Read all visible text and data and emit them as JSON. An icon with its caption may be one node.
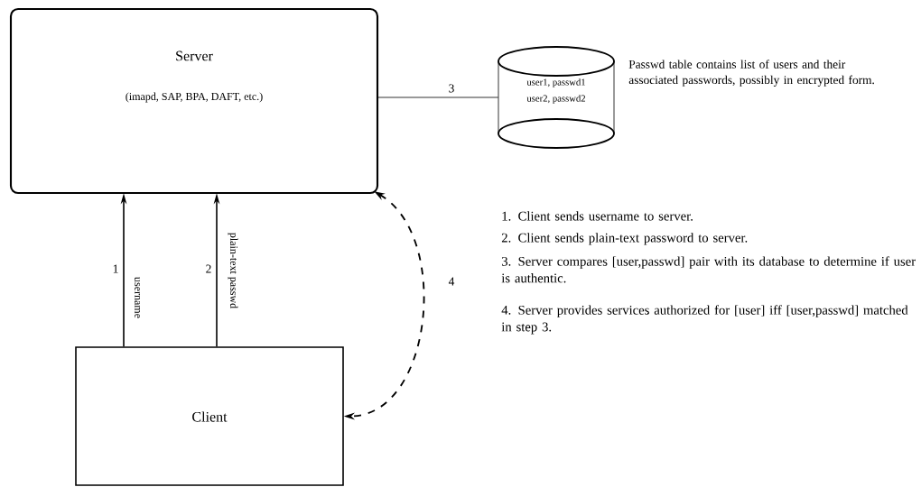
{
  "diagram": {
    "nodes": [
      {
        "text": [
          "Server",
          "(imapd, SAP, BPA, DAFT, etc.)"
        ]
      },
      {
        "text": [
          "user1, passwd1",
          "user2, passwd2"
        ],
        "beside": [
          "Passwd table contains list of users and their associated passwords, possibly in encrypted form."
        ]
      },
      {
        "text": [
          "Client"
        ]
      }
    ],
    "edges": [
      {
        "from": 2,
        "to": 0,
        "arrow": "to",
        "label": "1"
      },
      {
        "from": 2,
        "to": 0,
        "arrow": "to",
        "label": "2"
      },
      {
        "from": 0,
        "to": 1,
        "arrow": "none",
        "label": "3"
      },
      {
        "from": 0,
        "to": 2,
        "arrow": "both",
        "label": "4",
        "style": "dashed"
      }
    ],
    "labels": [
      "username",
      "plain-text passwd",
      "1. Client sends username to server.",
      "2. Client sends plain-text password to server.",
      "3. Server compares [user,passwd] pair with its database to determine if user is authentic.",
      "4. Server provides services authorized for [user] iff [user,passwd] matched in step 3."
    ]
  }
}
